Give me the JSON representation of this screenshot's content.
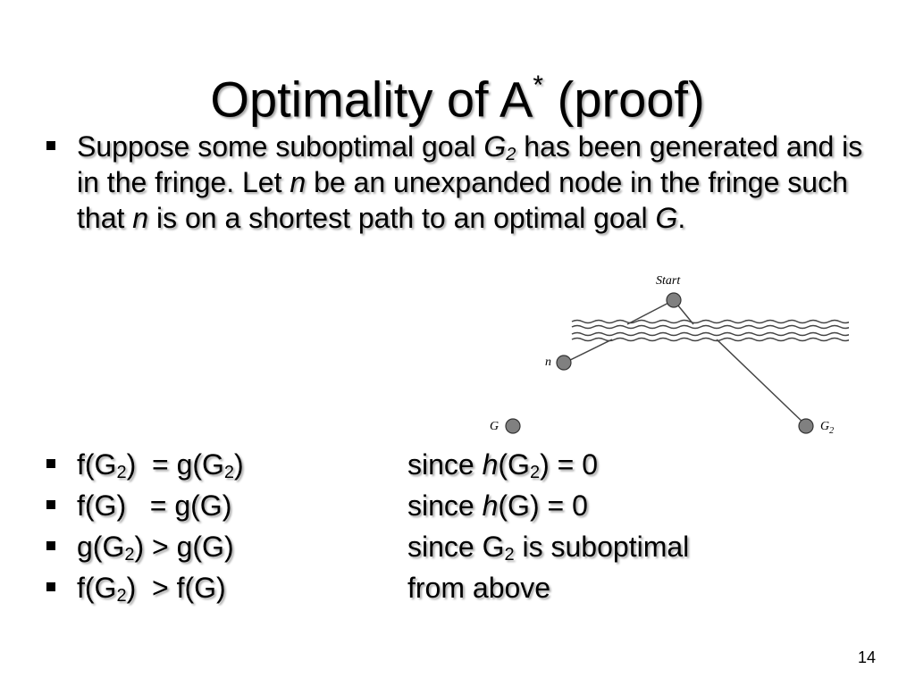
{
  "title": {
    "main": "Optimality of A",
    "sup": "*",
    "rest": " (proof)"
  },
  "intro": {
    "t1": "Suppose some suboptimal goal ",
    "g2_var": "G",
    "g2_sub": "2",
    "t2": " has been generated and is in the fringe. Let ",
    "n1": "n",
    "t3": " be an unexpanded node in the fringe such that ",
    "n2": "n",
    "t4": " is on a shortest path to an optimal goal ",
    "g": "G",
    "t5": "."
  },
  "diagram": {
    "start_label": "Start",
    "n_label": "n",
    "g_label": "G",
    "g2_label": "G",
    "g2_sub": "2"
  },
  "rows": [
    {
      "l1": "f(G",
      "ls": "2",
      "l2": ")  = g(G",
      "ls2": "2",
      "l3": ")",
      "r1": "since ",
      "ri": "h",
      "r2": "(G",
      "rs": "2",
      "r3": ") = 0"
    },
    {
      "l1": "f(G)   = g(G)",
      "r1": "since ",
      "ri": "h",
      "r2": "(G) = 0"
    },
    {
      "l1": "g(G",
      "ls": "2",
      "l2": ") > g(G)",
      "r1": "since G",
      "rs": "2",
      "r2": " is suboptimal"
    },
    {
      "l1": "f(G",
      "ls": "2",
      "l2": ")  > f(G)",
      "r1": "from above"
    }
  ],
  "page_number": "14"
}
